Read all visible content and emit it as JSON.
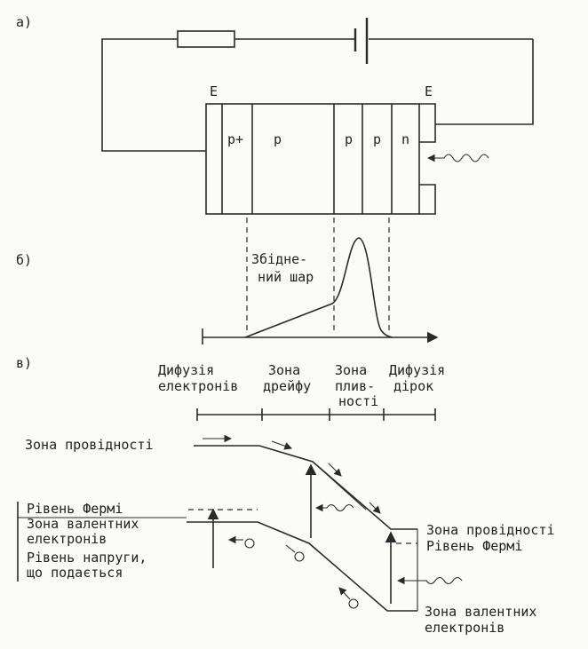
{
  "labels": {
    "a": "а)",
    "b": "б)",
    "c": "в)",
    "emitter_left": "Е",
    "emitter_right": "Е",
    "p_plus": "p+",
    "p1": "p",
    "p2": "p",
    "p3": "p",
    "n": "n"
  },
  "depletion": {
    "line1": "Збідне-",
    "line2": "ний шар"
  },
  "zones": {
    "diff_e_1": "Дифузія",
    "diff_e_2": "електронів",
    "drift_1": "Зона",
    "drift_2": "дрейфу",
    "mult_1": "Зона",
    "mult_2": "плив-",
    "mult_3": "ності",
    "diff_h_1": "Дифузія",
    "diff_h_2": "дірок"
  },
  "band_left": {
    "conduction": "Зона провідності",
    "fermi": "Рівень Фермі",
    "valence_1": "Зона валентних",
    "valence_2": "електронів",
    "voltage_1": "Рівень напруги,",
    "voltage_2": "що подається"
  },
  "band_right": {
    "conduction": "Зона провідності",
    "fermi": "Рівень Фермі",
    "valence_1": "Зона валентних",
    "valence_2": "електронів"
  }
}
